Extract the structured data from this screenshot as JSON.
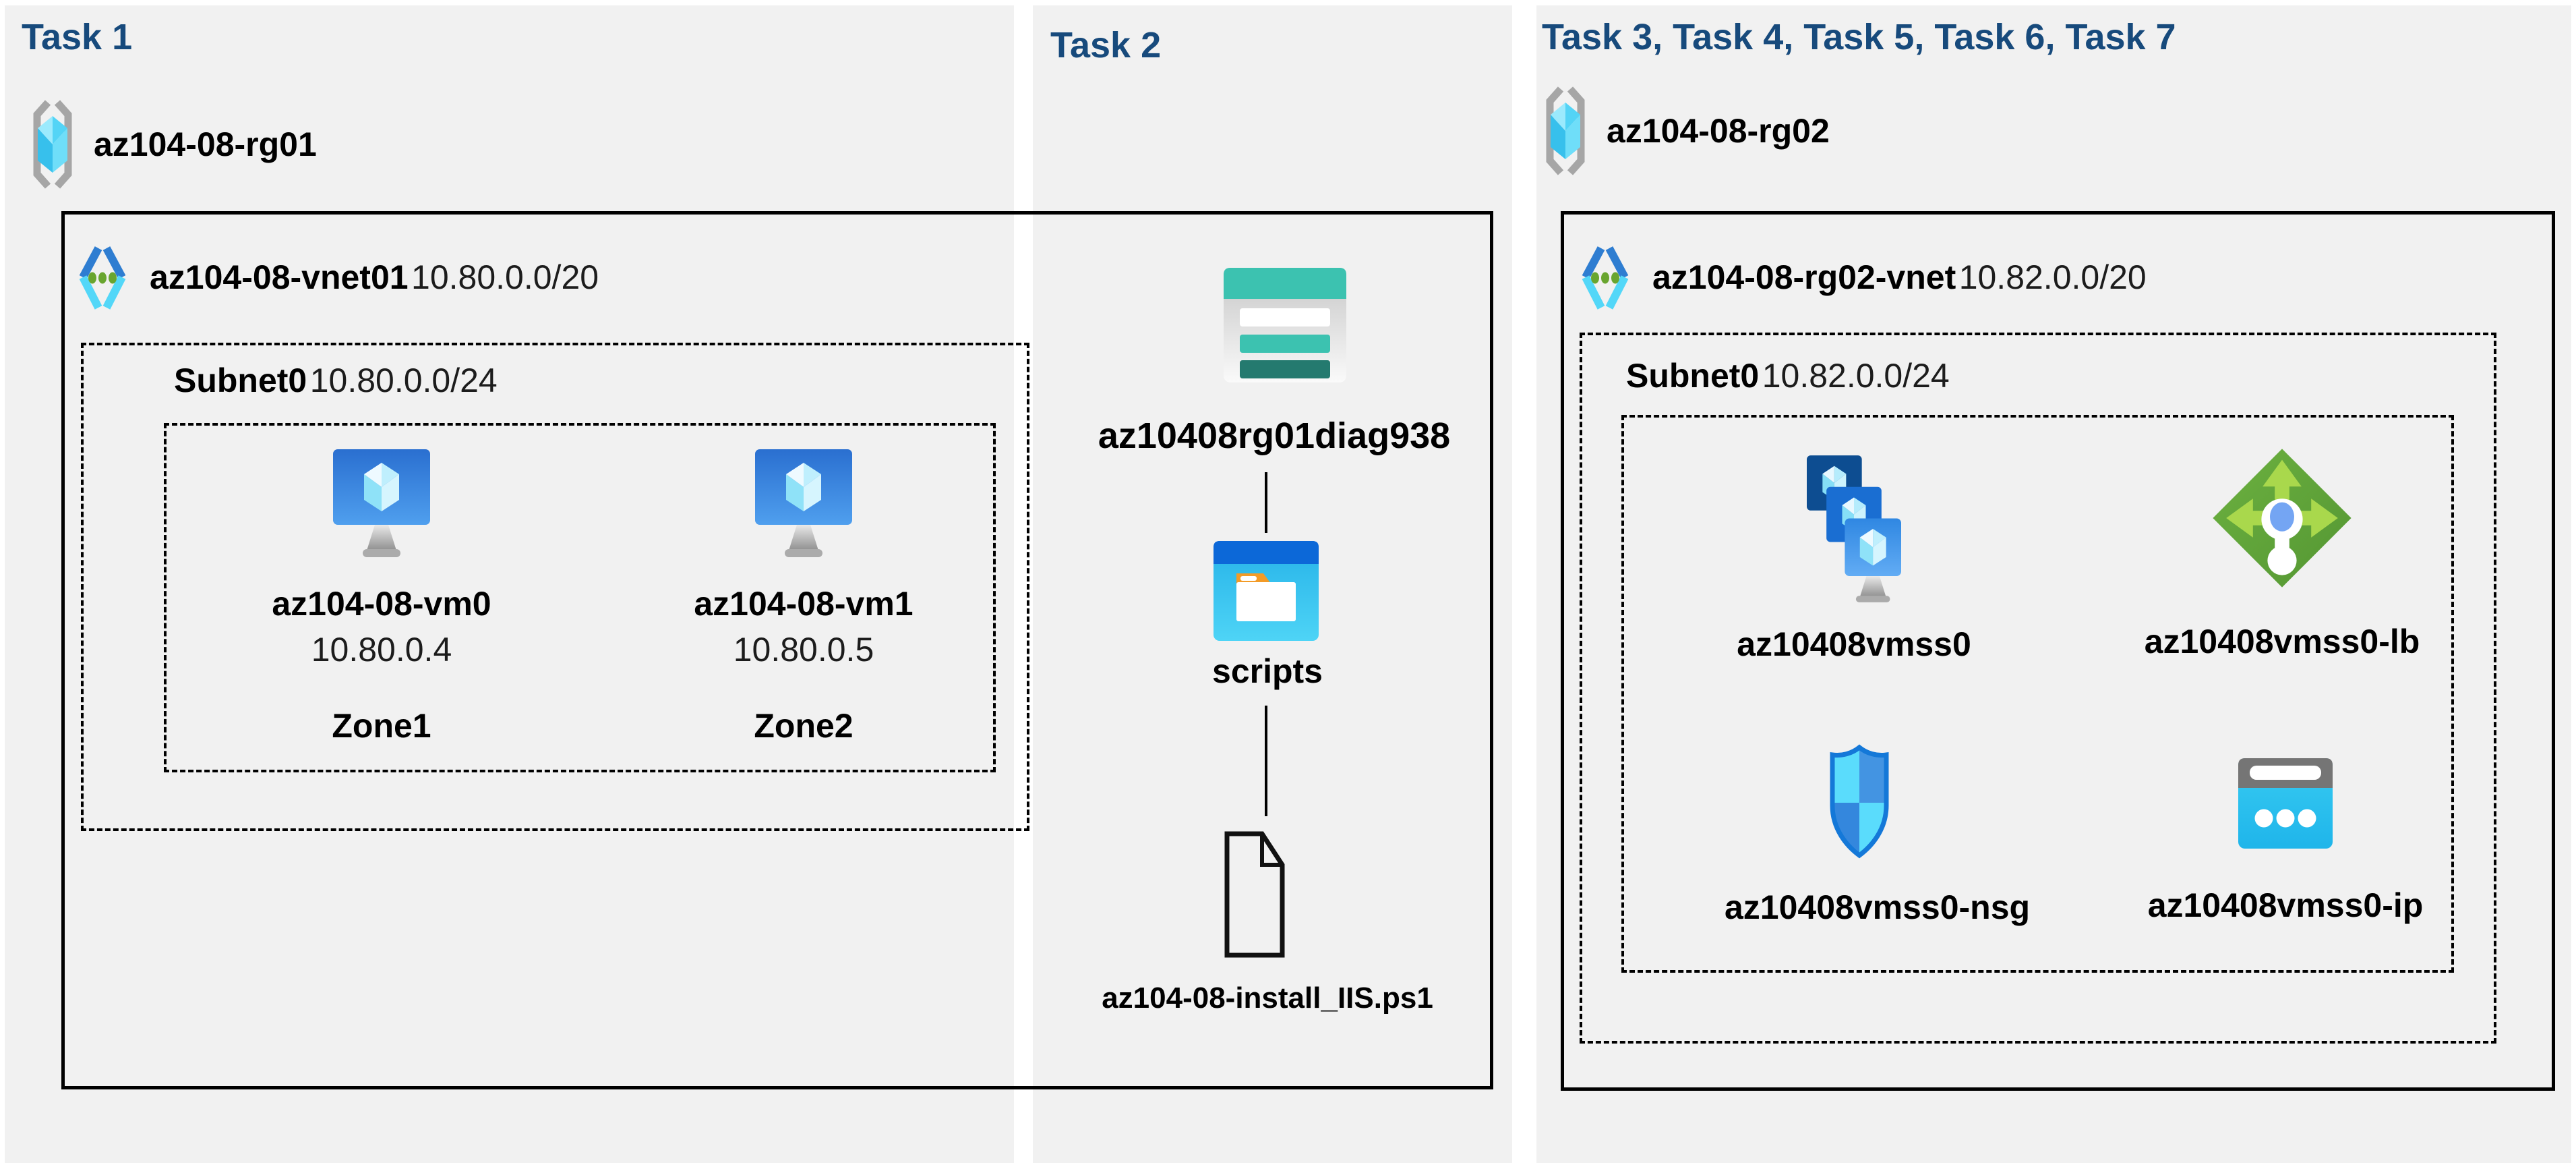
{
  "colors": {
    "title_blue": "#174a7c",
    "panel_gray": "#f1f1f1",
    "line_black": "#000000",
    "vnet_blue": "#2e7dd1",
    "vnet_cyan": "#53d7f8",
    "vnet_green_dot": "#69a52f",
    "storage_teal": "#3cc2b0",
    "storage_teal_dark": "#247a6f",
    "lb_green": "#61a93c",
    "nsg_blue_border": "#1478d8",
    "ip_cyan": "#2bc2ef"
  },
  "task1": {
    "title": "Task 1",
    "resource_group": "az104-08-rg01",
    "vnet": {
      "name": "az104-08-vnet01",
      "cidr": "10.80.0.0/20"
    },
    "subnet": {
      "name": "Subnet0",
      "cidr": "10.80.0.0/24"
    },
    "vms": [
      {
        "name": "az104-08-vm0",
        "ip": "10.80.0.4",
        "zone": "Zone1",
        "icon": "virtual-machine-icon"
      },
      {
        "name": "az104-08-vm1",
        "ip": "10.80.0.5",
        "zone": "Zone2",
        "icon": "virtual-machine-icon"
      }
    ]
  },
  "task2": {
    "title": "Task 2",
    "storage_account": {
      "name": "az10408rg01diag938",
      "icon": "storage-account-icon"
    },
    "container": {
      "name": "scripts",
      "icon": "blob-container-folder-icon"
    },
    "script_file": {
      "name": "az104-08-install_IIS.ps1",
      "icon": "file-icon"
    }
  },
  "task3": {
    "title": "Task 3, Task 4, Task 5, Task 6, Task 7",
    "resource_group": "az104-08-rg02",
    "vnet": {
      "name": "az104-08-rg02-vnet",
      "cidr": "10.82.0.0/20"
    },
    "subnet": {
      "name": "Subnet0",
      "cidr": "10.82.0.0/24"
    },
    "resources": [
      {
        "name": "az10408vmss0",
        "icon": "vm-scale-set-icon"
      },
      {
        "name": "az10408vmss0-lb",
        "icon": "load-balancer-icon"
      },
      {
        "name": "az10408vmss0-nsg",
        "icon": "network-security-group-icon"
      },
      {
        "name": "az10408vmss0-ip",
        "icon": "public-ip-icon"
      }
    ]
  }
}
